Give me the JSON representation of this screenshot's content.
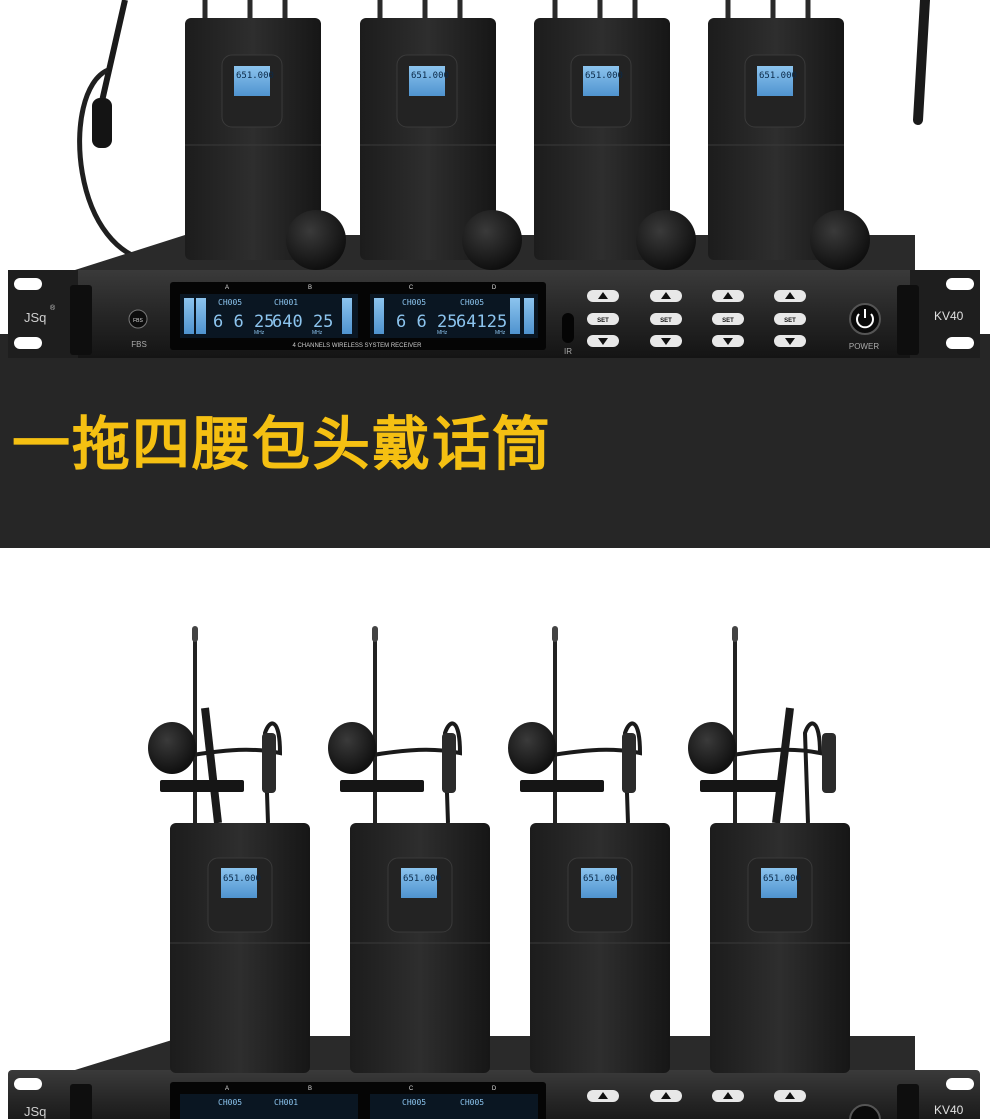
{
  "headline": "一拖四腰包头戴话筒",
  "receiver": {
    "brand": "JSq",
    "registered": "®",
    "model": "KV40",
    "fbs_label": "FBS",
    "fbs_button": "FBS",
    "ir_label": "IR",
    "power_label": "POWER",
    "display_caption": "4 CHANNELS WIRELESS SYSTEM RECEIVER",
    "set_label": "SET",
    "mhz_label": "MHz",
    "channels": [
      {
        "letter": "A",
        "ch": "CH005",
        "freq": "6 6 25"
      },
      {
        "letter": "B",
        "ch": "CH001",
        "freq": "640 25"
      },
      {
        "letter": "C",
        "ch": "CH005",
        "freq": "6 6 25"
      },
      {
        "letter": "D",
        "ch": "CH005",
        "freq": "64125"
      }
    ]
  },
  "bodypack": {
    "screen_freq": "651.000"
  },
  "colors": {
    "headline": "#f5c012",
    "band": "#262626",
    "lcd": "#6fb0e0"
  }
}
